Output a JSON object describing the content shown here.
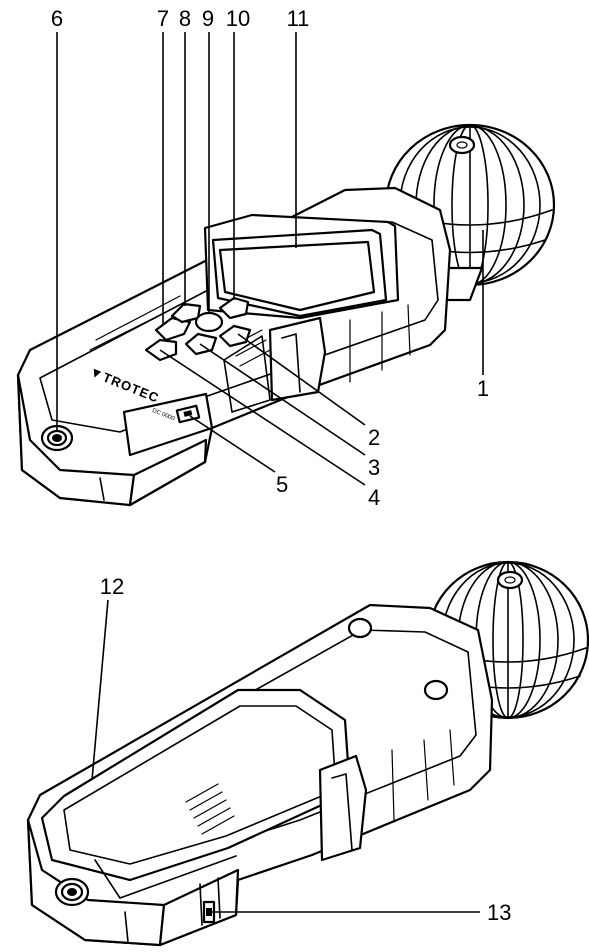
{
  "brand": {
    "logo": "TROTEC",
    "model": "DC 0000",
    "logo_icon": "trotec-logo-icon"
  },
  "callouts": [
    {
      "id": "c1",
      "label": "1"
    },
    {
      "id": "c2",
      "label": "2"
    },
    {
      "id": "c3",
      "label": "3"
    },
    {
      "id": "c4",
      "label": "4"
    },
    {
      "id": "c5",
      "label": "5"
    },
    {
      "id": "c6",
      "label": "6"
    },
    {
      "id": "c7",
      "label": "7"
    },
    {
      "id": "c8",
      "label": "8"
    },
    {
      "id": "c9",
      "label": "9"
    },
    {
      "id": "c10",
      "label": "10"
    },
    {
      "id": "c11",
      "label": "11"
    },
    {
      "id": "c12",
      "label": "12"
    },
    {
      "id": "c13",
      "label": "13"
    }
  ],
  "colors": {
    "line": "#000000",
    "background": "#ffffff"
  }
}
